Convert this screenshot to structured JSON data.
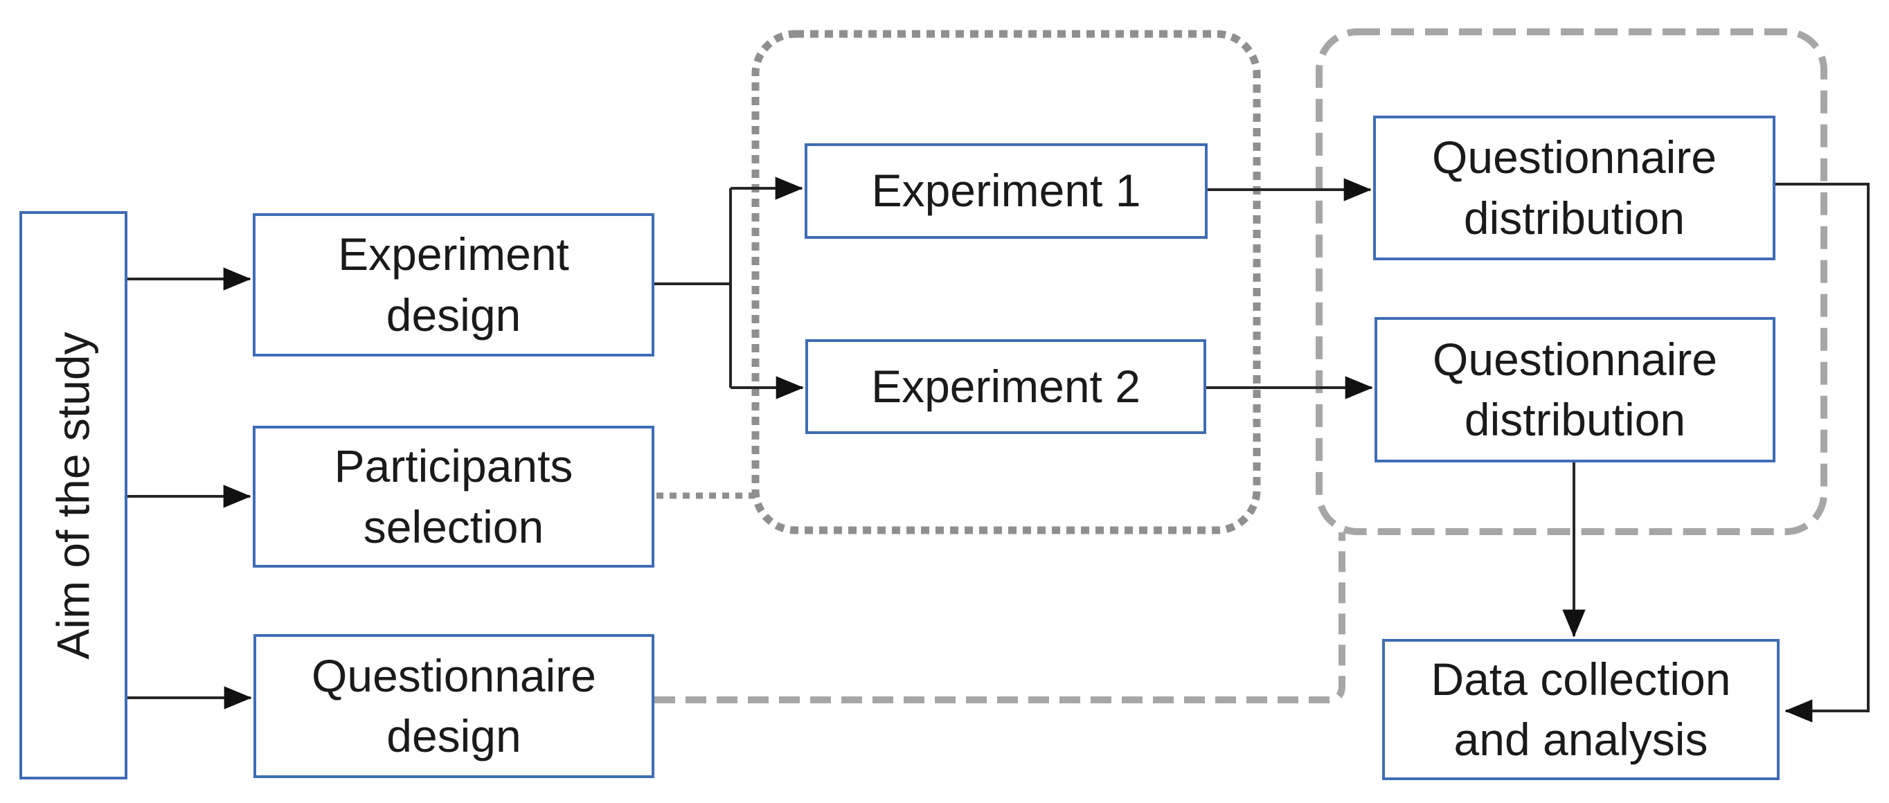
{
  "figure": {
    "description": "Study methodology flow diagram"
  },
  "nodes": {
    "aim": {
      "label": "Aim of the study"
    },
    "experiment_design": {
      "label": "Experiment\ndesign"
    },
    "participants_selection": {
      "label": "Participants\nselection"
    },
    "questionnaire_design": {
      "label": "Questionnaire\ndesign"
    },
    "experiment_1": {
      "label": "Experiment 1"
    },
    "experiment_2": {
      "label": "Experiment 2"
    },
    "questionnaire_distribution_1": {
      "label": "Questionnaire\ndistribution"
    },
    "questionnaire_distribution_2": {
      "label": "Questionnaire\ndistribution"
    },
    "data_collection": {
      "label": "Data collection\nand analysis"
    }
  },
  "colors": {
    "box_border": "#3f6db5",
    "box_fill": "#ffffff",
    "text": "#1a1a1a",
    "connector": "#262626",
    "arrowhead": "#111111",
    "dotted_group": "#8f8f8f",
    "dashed_group": "#a6a6a6",
    "background": "#ffffff"
  }
}
